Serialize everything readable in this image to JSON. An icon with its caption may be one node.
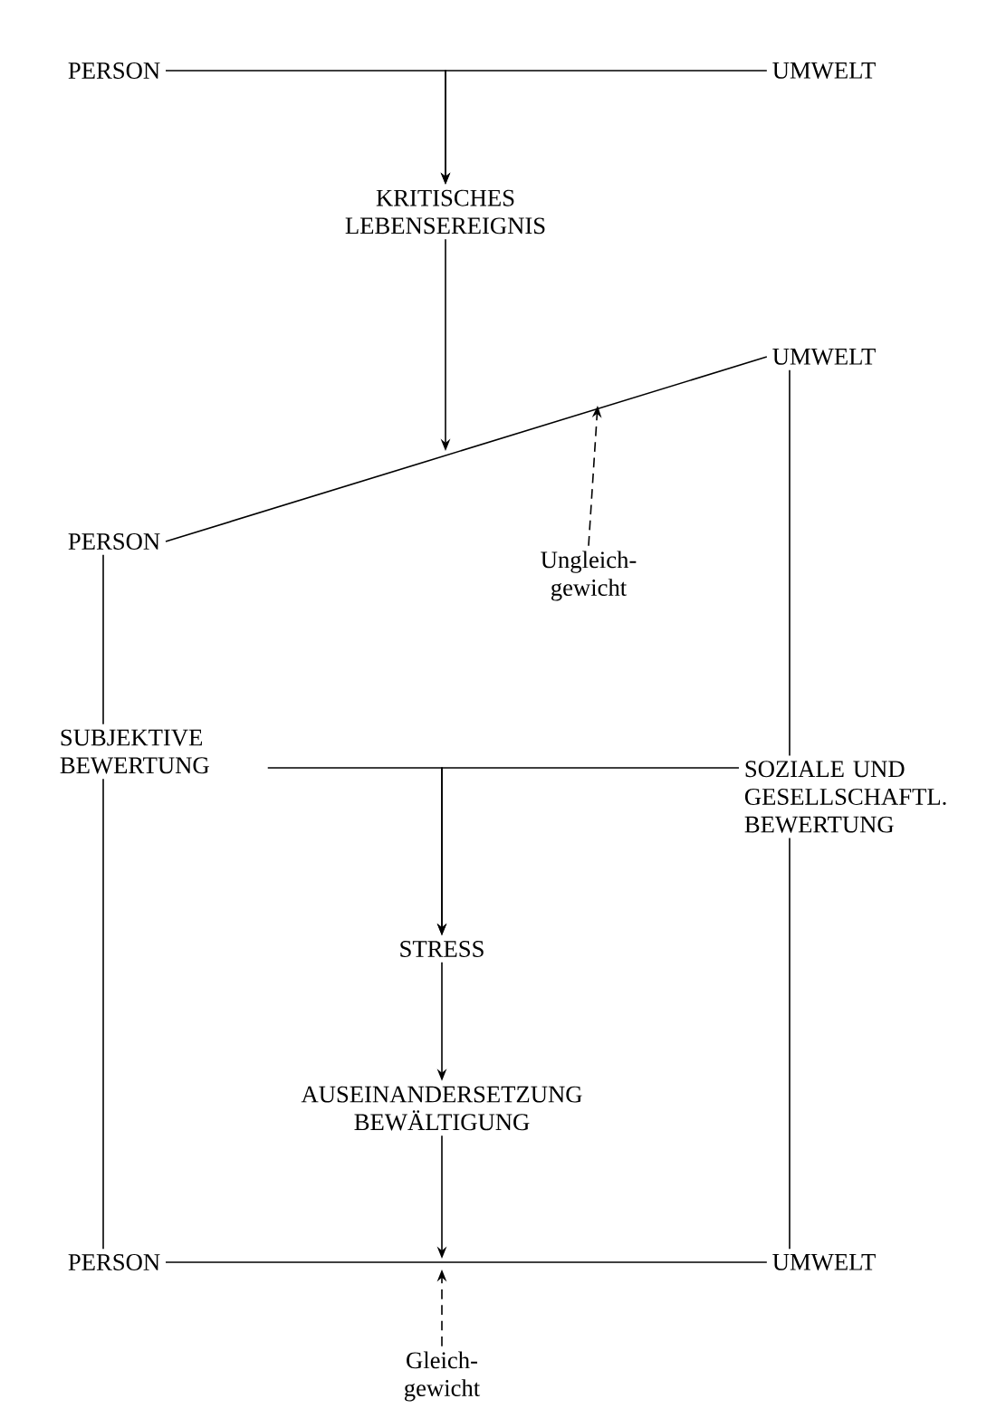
{
  "diagram": {
    "nodes": [
      {
        "text": [
          "PERSON"
        ]
      },
      {
        "text": [
          "UMWELT"
        ]
      },
      {
        "text": [
          "KRITISCHES LEBENSEREIGNIS"
        ]
      },
      {
        "text": [
          "UMWELT"
        ]
      },
      {
        "text": [
          "PERSON"
        ]
      },
      {
        "text": [
          "Ungleich- gewicht"
        ]
      },
      {
        "text": [
          "SUBJEKTIVE BEWERTUNG"
        ]
      },
      {
        "text": [
          "SOZIALE UND GESELLSCHAFTL. BEWERTUNG"
        ]
      },
      {
        "text": [
          "STRESS"
        ]
      },
      {
        "text": [
          "AUSEINANDERSETZUNG BEWÄLTIGUNG"
        ]
      },
      {
        "text": [
          "PERSON"
        ]
      },
      {
        "text": [
          "UMWELT"
        ]
      },
      {
        "text": [
          "Gleich- gewicht"
        ]
      }
    ],
    "edges": [
      {
        "from": 0,
        "to": 2,
        "arrow": "to"
      },
      {
        "from": 1,
        "to": 2,
        "arrow": "to"
      },
      {
        "from": 4,
        "to": 3,
        "arrow": "none"
      },
      {
        "from": 2,
        "to": null,
        "arrow": "to"
      },
      {
        "from": 5,
        "to": null,
        "arrow": "to",
        "style": "dashed"
      },
      {
        "from": 4,
        "to": 6,
        "arrow": "none"
      },
      {
        "from": 3,
        "to": 7,
        "arrow": "none"
      },
      {
        "from": 6,
        "to": 8,
        "arrow": "to"
      },
      {
        "from": 7,
        "to": 8,
        "arrow": "to"
      },
      {
        "from": 8,
        "to": 9,
        "arrow": "to"
      },
      {
        "from": 6,
        "to": 10,
        "arrow": "none"
      },
      {
        "from": 7,
        "to": 11,
        "arrow": "none"
      },
      {
        "from": 10,
        "to": 11,
        "arrow": "none"
      },
      {
        "from": 9,
        "to": null,
        "arrow": "to"
      },
      {
        "from": 12,
        "to": null,
        "arrow": "to",
        "style": "dashed"
      }
    ]
  }
}
